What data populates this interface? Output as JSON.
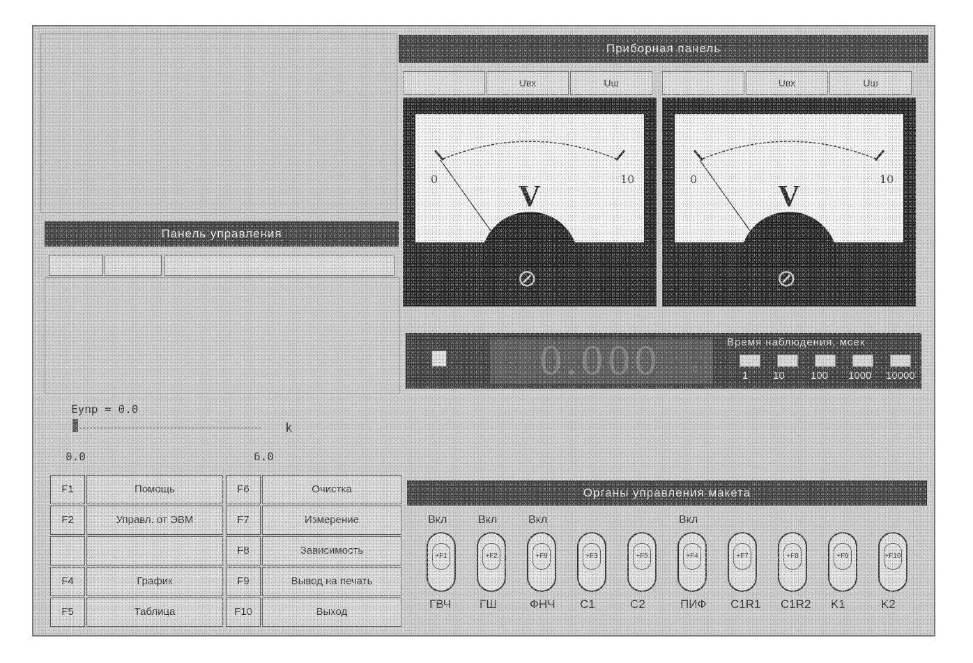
{
  "instrument_panel": {
    "title": "Приборная панель",
    "meters": [
      {
        "tabs": [
          "",
          "Uвх",
          "Uш"
        ],
        "scale_min": "0",
        "scale_max": "10",
        "unit": "V",
        "zero_symbol": "⊘"
      },
      {
        "tabs": [
          "",
          "Uвх",
          "Uш"
        ],
        "scale_min": "0",
        "scale_max": "10",
        "unit": "V",
        "zero_symbol": "⊘"
      }
    ],
    "counter": {
      "value": "0.000",
      "suffix": "c",
      "obs_time_label": "Время наблюдения, мсек",
      "obs_time_options": [
        "1",
        "10",
        "100",
        "1000",
        "10000"
      ]
    }
  },
  "control_panel": {
    "title": "Панель управления",
    "status": {
      "line1": "Eупр = 0.0",
      "k_label": "k",
      "min": "0.0",
      "max": "6.0"
    }
  },
  "function_keys": [
    {
      "key": "F1",
      "label": "Помощь",
      "key2": "F6",
      "label2": "Очистка"
    },
    {
      "key": "F2",
      "label": "Управл. от ЭВМ",
      "key2": "F7",
      "label2": "Измерение"
    },
    {
      "key": "",
      "label": "",
      "key2": "F8",
      "label2": "Зависимость"
    },
    {
      "key": "F4",
      "label": "График",
      "key2": "F9",
      "label2": "Вывод на печать"
    },
    {
      "key": "F5",
      "label": "Таблица",
      "key2": "F10",
      "label2": "Выход"
    }
  ],
  "model_controls": {
    "title": "Органы управления макета",
    "switches": [
      {
        "top": "Вкл",
        "cap": "+F1",
        "bottom": "ГВЧ"
      },
      {
        "top": "Вкл",
        "cap": "+F2",
        "bottom": "ГШ"
      },
      {
        "top": "Вкл",
        "cap": "+F9",
        "bottom": "ФНЧ"
      },
      {
        "top": "",
        "cap": "+F3",
        "bottom": "C1"
      },
      {
        "top": "",
        "cap": "+F5",
        "bottom": "C2"
      },
      {
        "top": "Вкл",
        "cap": "+F4",
        "bottom": "ПИФ"
      },
      {
        "top": "",
        "cap": "+F7",
        "bottom": "C1R1"
      },
      {
        "top": "",
        "cap": "+F8",
        "bottom": "C1R2"
      },
      {
        "top": "",
        "cap": "+F9",
        "bottom": "K1"
      },
      {
        "top": "",
        "cap": "+F10",
        "bottom": "K2"
      }
    ]
  }
}
